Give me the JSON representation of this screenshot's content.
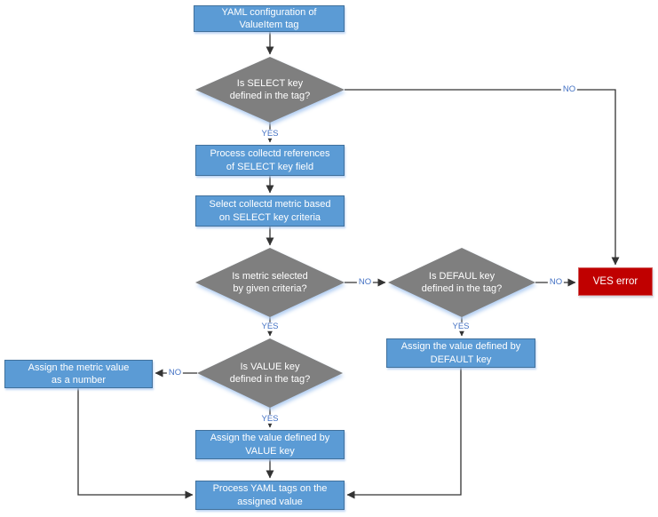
{
  "nodes": {
    "start": {
      "label": "YAML configuration of\nValueItem tag",
      "type": "process"
    },
    "d_select": {
      "label": "Is SELECT key\ndefined in the tag?",
      "type": "decision"
    },
    "p_references": {
      "label": "Process collectd references\nof SELECT key field",
      "type": "process"
    },
    "p_select_metric": {
      "label": "Select collectd metric based\non SELECT key criteria",
      "type": "process"
    },
    "d_metric": {
      "label": "Is metric selected\nby given criteria?",
      "type": "decision"
    },
    "d_default": {
      "label": "Is DEFAUL key\ndefined in the tag?",
      "type": "decision"
    },
    "ves_error": {
      "label": "VES error",
      "type": "error"
    },
    "p_default": {
      "label": "Assign the value defined by\nDEFAULT key",
      "type": "process"
    },
    "d_value": {
      "label": "Is VALUE key\ndefined in the tag?",
      "type": "decision"
    },
    "p_metric_number": {
      "label": "Assign the metric value\nas a number",
      "type": "process"
    },
    "p_value": {
      "label": "Assign the value defined by\nVALUE key",
      "type": "process"
    },
    "p_yaml": {
      "label": "Process YAML tags on the\nassigned value",
      "type": "process"
    }
  },
  "edge_labels": {
    "select_yes": "YES",
    "select_no": "NO",
    "metric_yes": "YES",
    "metric_no": "NO",
    "default_yes": "YES",
    "default_no": "NO",
    "value_yes": "YES",
    "value_no": "NO"
  },
  "colors": {
    "process_fill": "#5B9BD5",
    "process_border": "#41719C",
    "decision_fill": "#7F7F7F",
    "error_fill": "#C00000",
    "error_border": "#D25F5F",
    "label_color": "#4472C4",
    "line_color": "#333333",
    "node_text": "#FFFFFF"
  }
}
